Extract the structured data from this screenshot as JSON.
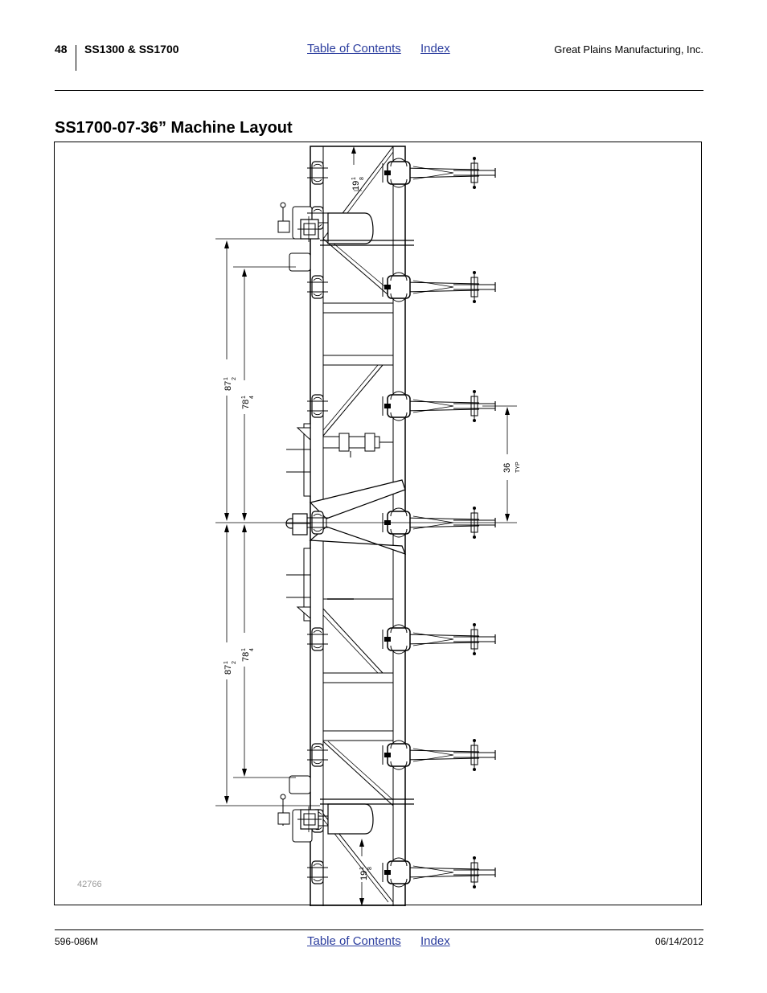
{
  "header": {
    "page_number": "48",
    "model": "SS1300 & SS1700",
    "toc_link": "Table of Contents",
    "index_link": "Index",
    "company": "Great Plains Manufacturing, Inc."
  },
  "section": {
    "title": "SS1700-07-36” Machine Layout"
  },
  "drawing": {
    "reference_number": "42766",
    "dimensions": {
      "top_offset": "19",
      "top_offset_frac_num": "1",
      "top_offset_frac_den": "8",
      "outer_span": "87",
      "outer_frac_num": "1",
      "outer_frac_den": "2",
      "inner_span": "78",
      "inner_frac_num": "1",
      "inner_frac_den": "4",
      "row_spacing": "36",
      "row_spacing_note": "TYP"
    }
  },
  "footer": {
    "doc_number": "596-086M",
    "toc_link": "Table of Contents",
    "index_link": "Index",
    "date": "06/14/2012"
  }
}
